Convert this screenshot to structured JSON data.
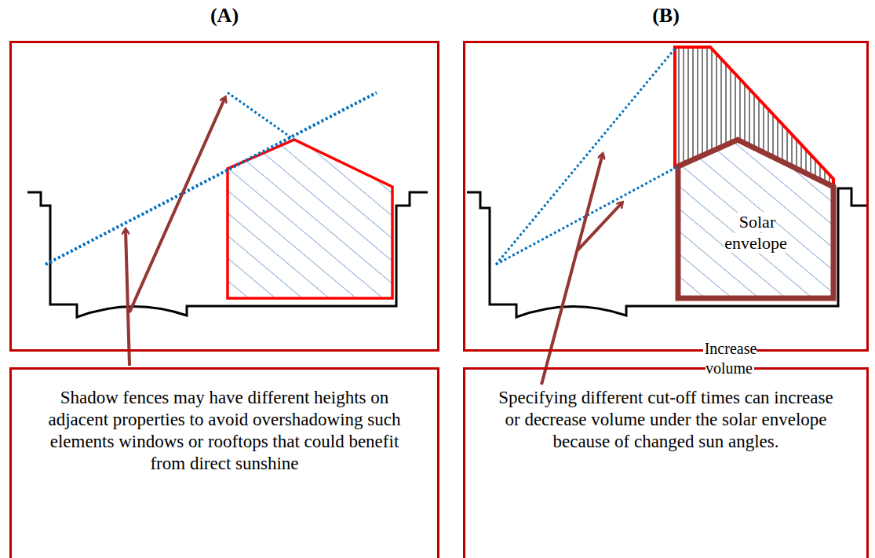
{
  "diagram": {
    "nodes": [
      {
        "text": [
          "(A)"
        ]
      },
      {
        "text": [
          "Shadow fences may have different heights on adjacent properties to avoid overshadowing such elements windows or rooftops that could benefit from direct sunshine"
        ]
      },
      {
        "text": [
          "(B)"
        ]
      },
      {
        "text": [
          "Solar envelope"
        ],
        "in": 2
      },
      {
        "text": [
          "Specifying different cut-off times can increase or decrease volume under the solar envelope because of changed sun angles."
        ]
      }
    ],
    "labels": [
      "Increase volume"
    ]
  }
}
